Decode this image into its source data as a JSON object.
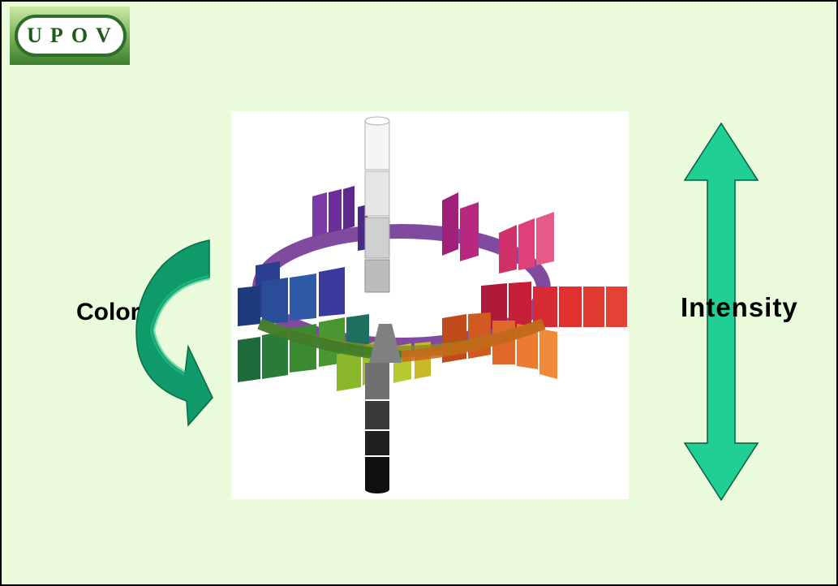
{
  "logo": {
    "text": "UPOV"
  },
  "labels": {
    "color": "Color",
    "intensity": "Intensity"
  },
  "colors": {
    "background": "#e9fbdb",
    "arrow_fill": "#1fcf94",
    "arrow_curved_fill": "#0f9a6a",
    "logo_green": "#1a5c1a"
  },
  "figure": {
    "icon": "color-solid-icon"
  }
}
